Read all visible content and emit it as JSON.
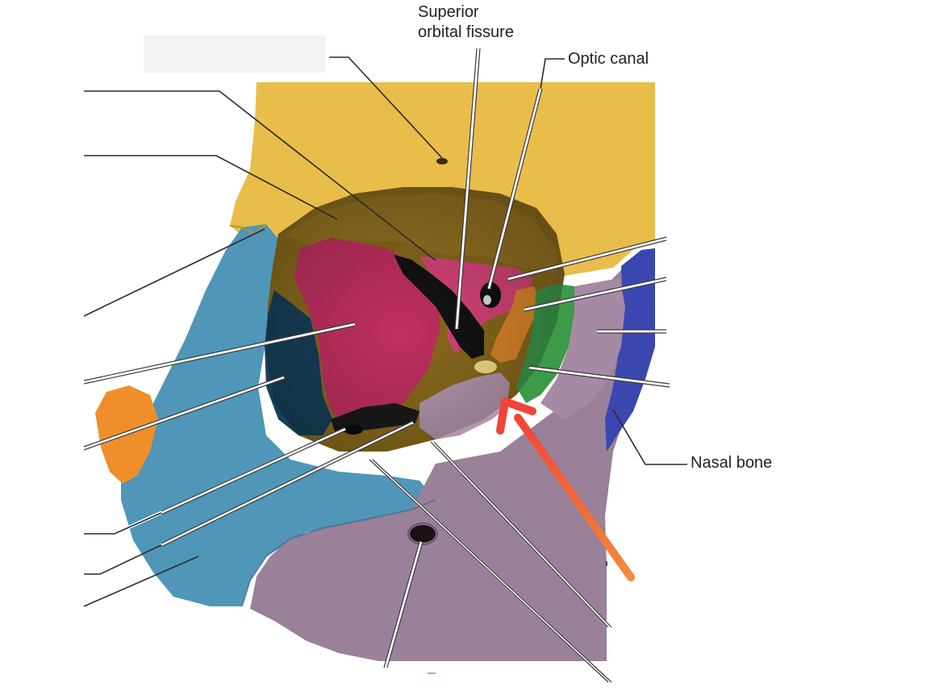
{
  "labels": {
    "superior_orbital_fissure": [
      "Superior",
      "orbital fissure"
    ],
    "optic_canal": "Optic canal",
    "nasal_bone": "Nasal bone"
  },
  "colors": {
    "frontal": "#e8bd4a",
    "orbital_plate": "#8a6a1c",
    "sphenoid": "#c0305f",
    "zygomatic": "#4f96b8",
    "maxilla": "#9a8098",
    "ethmoid": "#ee8f2b",
    "lacrimal": "#3c9a4a",
    "nasal": "#3a47b0",
    "arrow": "#f2513a"
  }
}
